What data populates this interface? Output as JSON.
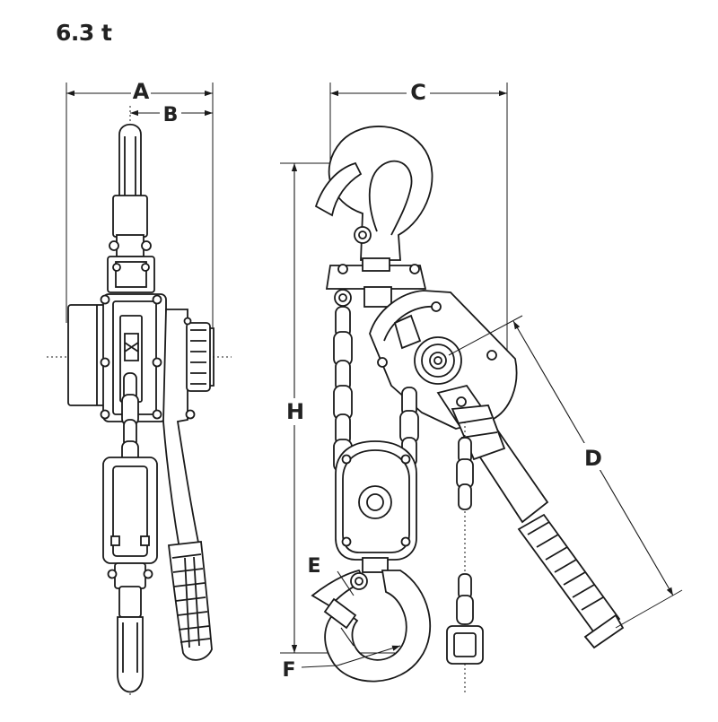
{
  "capacity": "6.3 t",
  "dimension_labels": {
    "a": "A",
    "b": "B",
    "c": "C",
    "d": "D",
    "e": "E",
    "f": "F",
    "h": "H"
  }
}
